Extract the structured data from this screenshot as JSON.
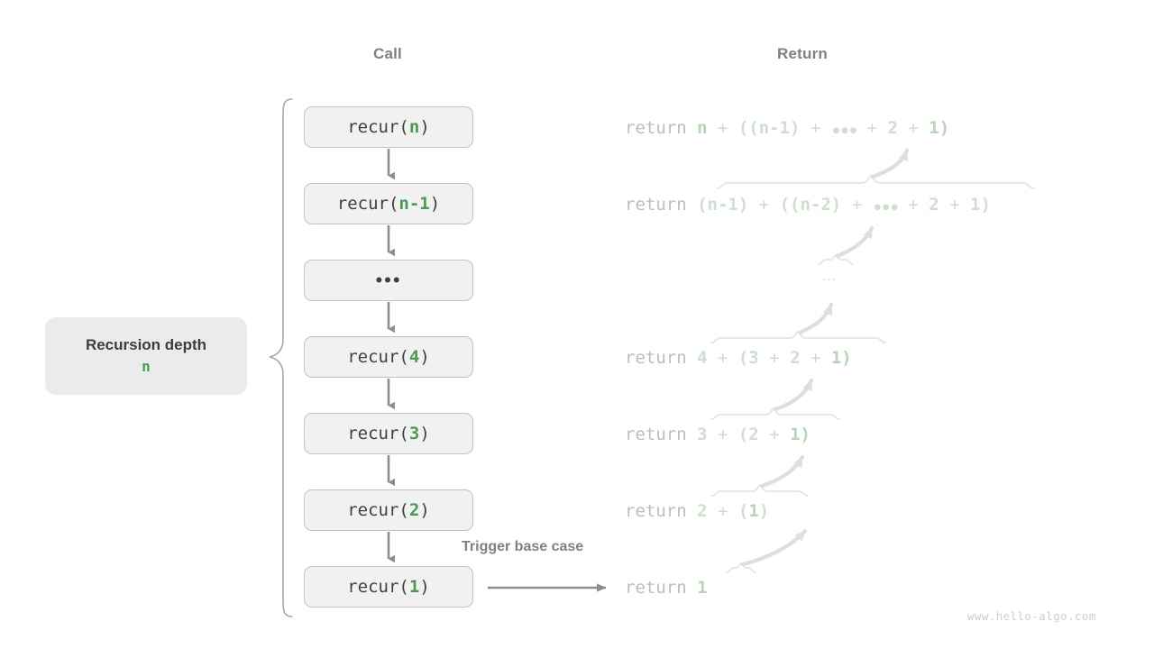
{
  "headers": {
    "call": "Call",
    "return": "Return"
  },
  "depth_label": {
    "title": "Recursion depth",
    "value": "n"
  },
  "call_stack": [
    {
      "name": "call-box-n",
      "prefix": "recur(",
      "arg": "n",
      "suffix": ")",
      "is_dots": false
    },
    {
      "name": "call-box-n-1",
      "prefix": "recur(",
      "arg": "n-1",
      "suffix": ")",
      "is_dots": false
    },
    {
      "name": "call-box-dots",
      "prefix": "",
      "arg": "",
      "suffix": "",
      "is_dots": true,
      "dots": "..."
    },
    {
      "name": "call-box-4",
      "prefix": "recur(",
      "arg": "4",
      "suffix": ")",
      "is_dots": false
    },
    {
      "name": "call-box-3",
      "prefix": "recur(",
      "arg": "3",
      "suffix": ")",
      "is_dots": false
    },
    {
      "name": "call-box-2",
      "prefix": "recur(",
      "arg": "2",
      "suffix": ")",
      "is_dots": false
    },
    {
      "name": "call-box-1",
      "prefix": "recur(",
      "arg": "1",
      "suffix": ")",
      "is_dots": false
    }
  ],
  "return_rows": [
    {
      "name": "return-row-n",
      "keyword": "return ",
      "expr": "n + ((n-1) + … + 2 + 1)"
    },
    {
      "name": "return-row-n-1",
      "keyword": "return ",
      "expr": "(n-1) + ((n-2) + … + 2 + 1)"
    },
    {
      "name": "return-row-4",
      "keyword": "return ",
      "expr": "4 + (3 + 2 + 1)"
    },
    {
      "name": "return-row-3",
      "keyword": "return ",
      "expr": "3 + (2 + 1)"
    },
    {
      "name": "return-row-2",
      "keyword": "return ",
      "expr": "2 + (1)"
    },
    {
      "name": "return-row-1",
      "keyword": "return ",
      "expr": "1"
    }
  ],
  "return_ellipsis": "…",
  "trigger_label": "Trigger base case",
  "watermark": "www.hello-algo.com",
  "colors": {
    "accent_green": "#4a9b4f",
    "faded_green": "#cde0cd",
    "box_fill": "#f1f1f1",
    "box_border": "#c3c3c3",
    "muted_text": "#808080",
    "dark_text": "#3c3c3c",
    "return_text": "#bdbdbd",
    "arrow_gray": "#8e8e8e",
    "arrow_faint": "#dedede",
    "depth_box_fill": "#ebebeb"
  }
}
